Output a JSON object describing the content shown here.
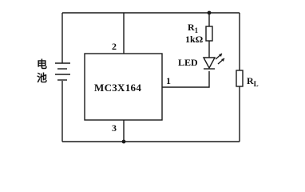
{
  "battery": {
    "label_line1": "电",
    "label_line2": "池"
  },
  "chip": {
    "part_number": "MC3X164",
    "pin_top": "2",
    "pin_right": "1",
    "pin_bottom": "3"
  },
  "r1": {
    "name": "R",
    "subscript": "1",
    "value": "1kΩ"
  },
  "led": {
    "label": "LED"
  },
  "rl": {
    "name": "R",
    "subscript": "L"
  }
}
